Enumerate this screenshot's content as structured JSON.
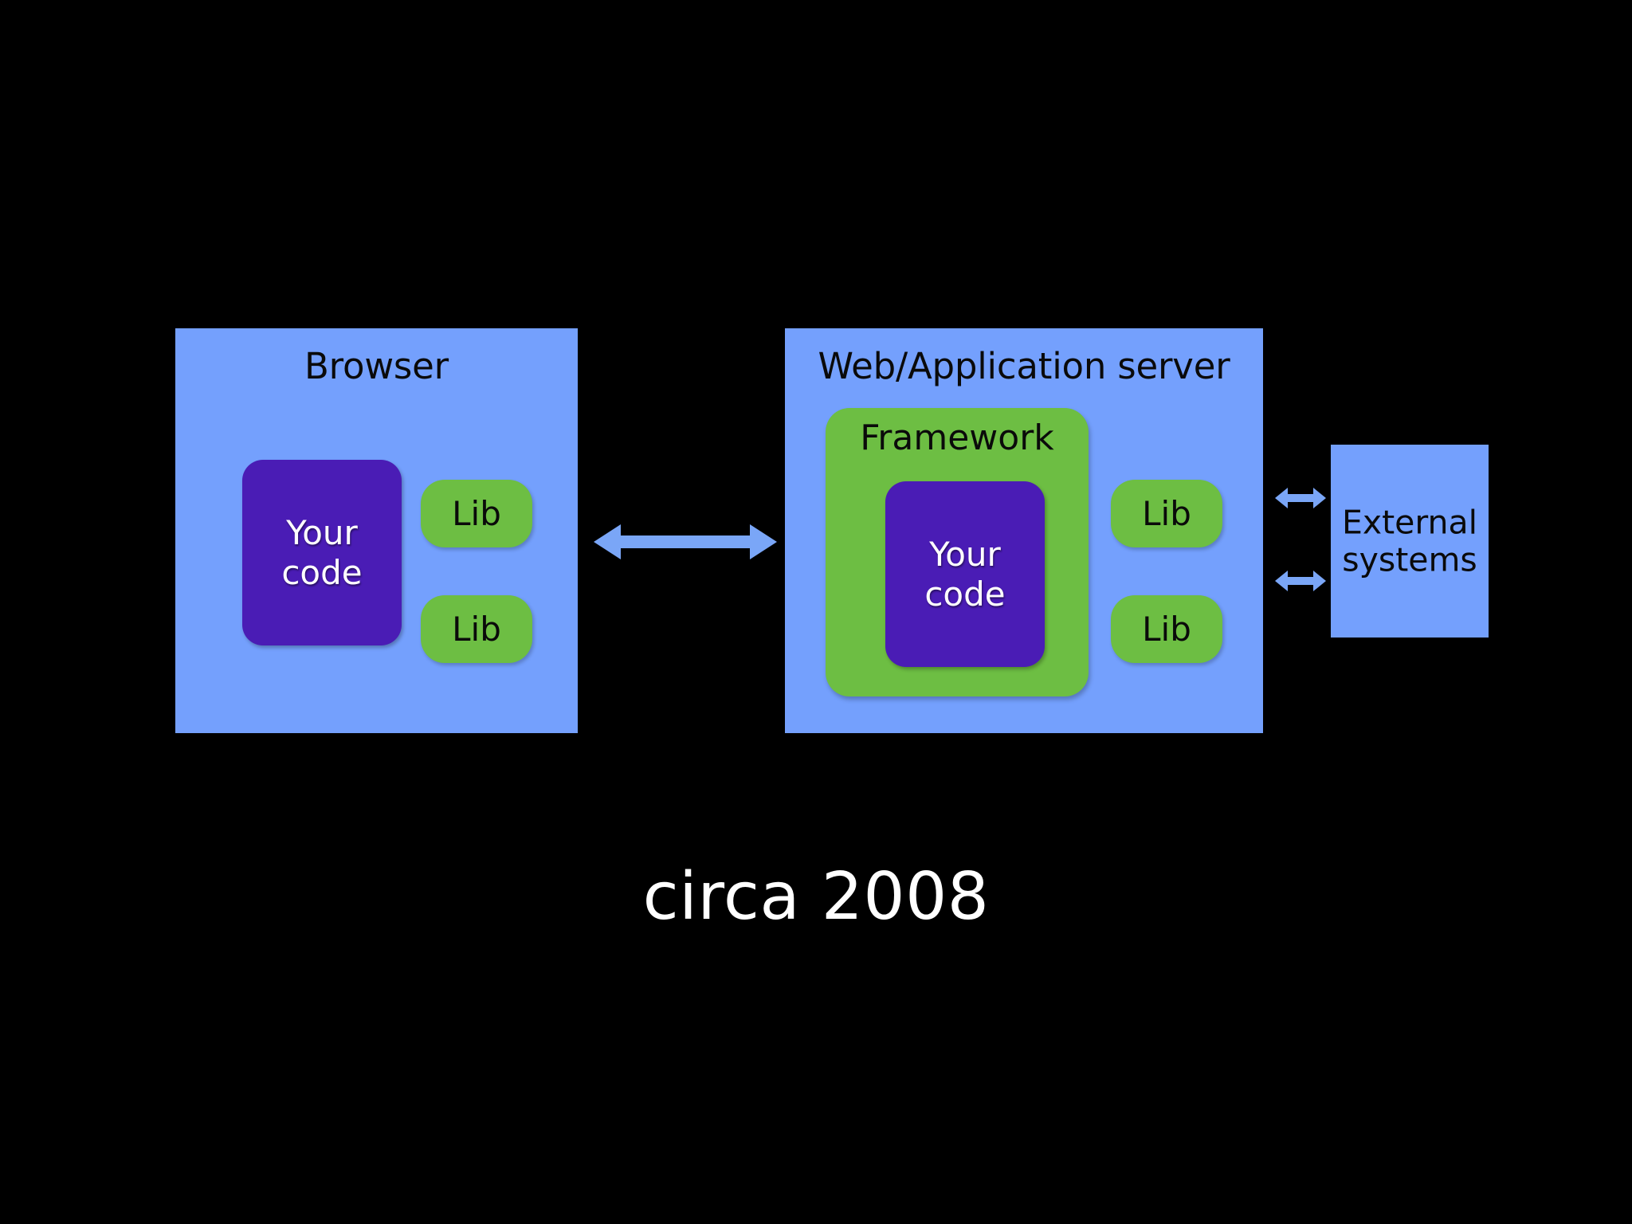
{
  "slide": {
    "background_color": "#000000",
    "caption": "circa 2008"
  },
  "colors": {
    "panel_blue": "#74a0fd",
    "lib_green": "#6dbe43",
    "framework_green": "#6dbe43",
    "your_code_purple": "#4a1cb5",
    "arrow_blue": "#7aa6f7",
    "text_dark": "#0a0a0a",
    "text_light": "#ffffff"
  },
  "browser_panel": {
    "title": "Browser",
    "your_code": {
      "line1": "Your",
      "line2": "code"
    },
    "libs": [
      {
        "label": "Lib"
      },
      {
        "label": "Lib"
      }
    ]
  },
  "server_panel": {
    "title": "Web/Application server",
    "framework": {
      "label": "Framework",
      "your_code": {
        "line1": "Your",
        "line2": "code"
      }
    },
    "libs": [
      {
        "label": "Lib"
      },
      {
        "label": "Lib"
      }
    ]
  },
  "external_panel": {
    "line1": "External",
    "line2": "systems"
  },
  "connectors": [
    {
      "name": "browser-to-server",
      "style": "double-headed-arrow",
      "orientation": "horizontal"
    },
    {
      "name": "server-to-external-top",
      "style": "double-headed-arrow",
      "orientation": "horizontal"
    },
    {
      "name": "server-to-external-bottom",
      "style": "double-headed-arrow",
      "orientation": "horizontal"
    }
  ]
}
